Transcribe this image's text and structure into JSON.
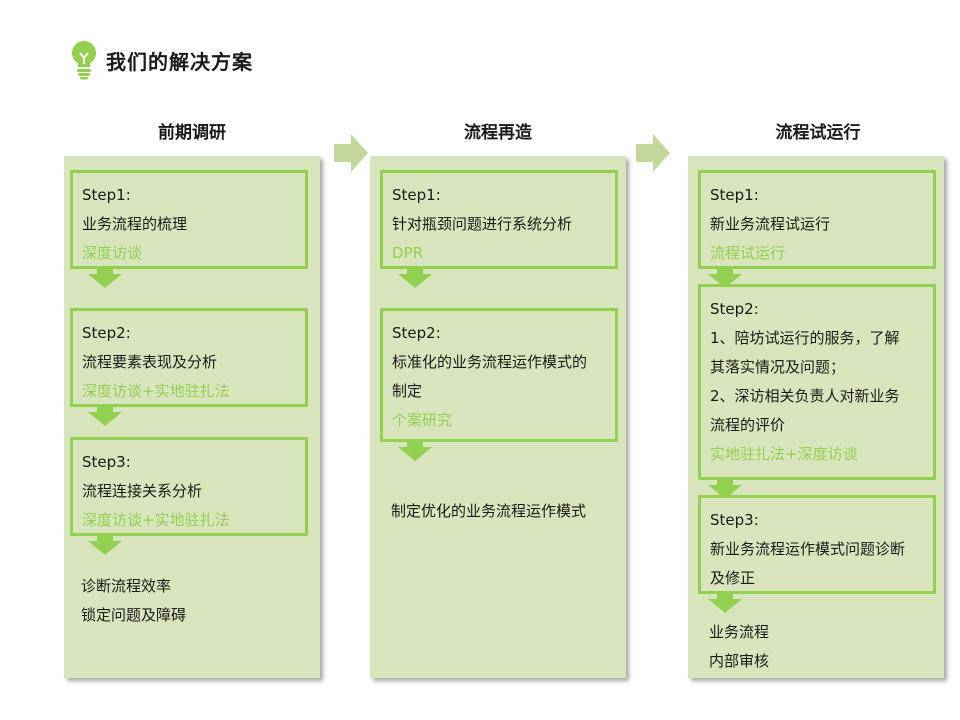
{
  "page": {
    "title": "我们的解决方案",
    "icon": "lightbulb-icon"
  },
  "colors": {
    "accent": "#92d050",
    "panel": "#d8e4bc",
    "arrow": "#92d050",
    "chevron": "#c4d79b"
  },
  "columns": [
    {
      "title": "前期调研",
      "steps": [
        {
          "label": "Step1:",
          "lines": [
            "业务流程的梳理"
          ],
          "method": "深度访谈"
        },
        {
          "label": "Step2:",
          "lines": [
            "流程要素表现及分析"
          ],
          "method": "深度访谈+实地驻扎法"
        },
        {
          "label": "Step3:",
          "lines": [
            "流程连接关系分析"
          ],
          "method": "深度访谈+实地驻扎法"
        }
      ],
      "results": [
        "诊断流程效率",
        "锁定问题及障碍"
      ]
    },
    {
      "title": "流程再造",
      "steps": [
        {
          "label": "Step1:",
          "lines": [
            "针对瓶颈问题进行系统分析"
          ],
          "method": "DPR"
        },
        {
          "label": "Step2:",
          "lines": [
            "标准化的业务流程运作模式的",
            "制定"
          ],
          "method": "个案研究"
        }
      ],
      "results": [
        "制定优化的业务流程运作模式"
      ]
    },
    {
      "title": "流程试运行",
      "steps": [
        {
          "label": "Step1:",
          "lines": [
            "新业务流程试运行"
          ],
          "method": "流程试运行"
        },
        {
          "label": "Step2:",
          "lines": [
            "1、陪坊试运行的服务，了解",
            "其落实情况及问题；",
            "2、深访相关负责人对新业务",
            "流程的评价"
          ],
          "method": "实地驻扎法+深度访谈"
        },
        {
          "label": "Step3:",
          "lines": [
            "新业务流程运作模式问题诊断",
            "及修正"
          ],
          "method": ""
        }
      ],
      "results": [
        "业务流程",
        "内部审核"
      ]
    }
  ]
}
